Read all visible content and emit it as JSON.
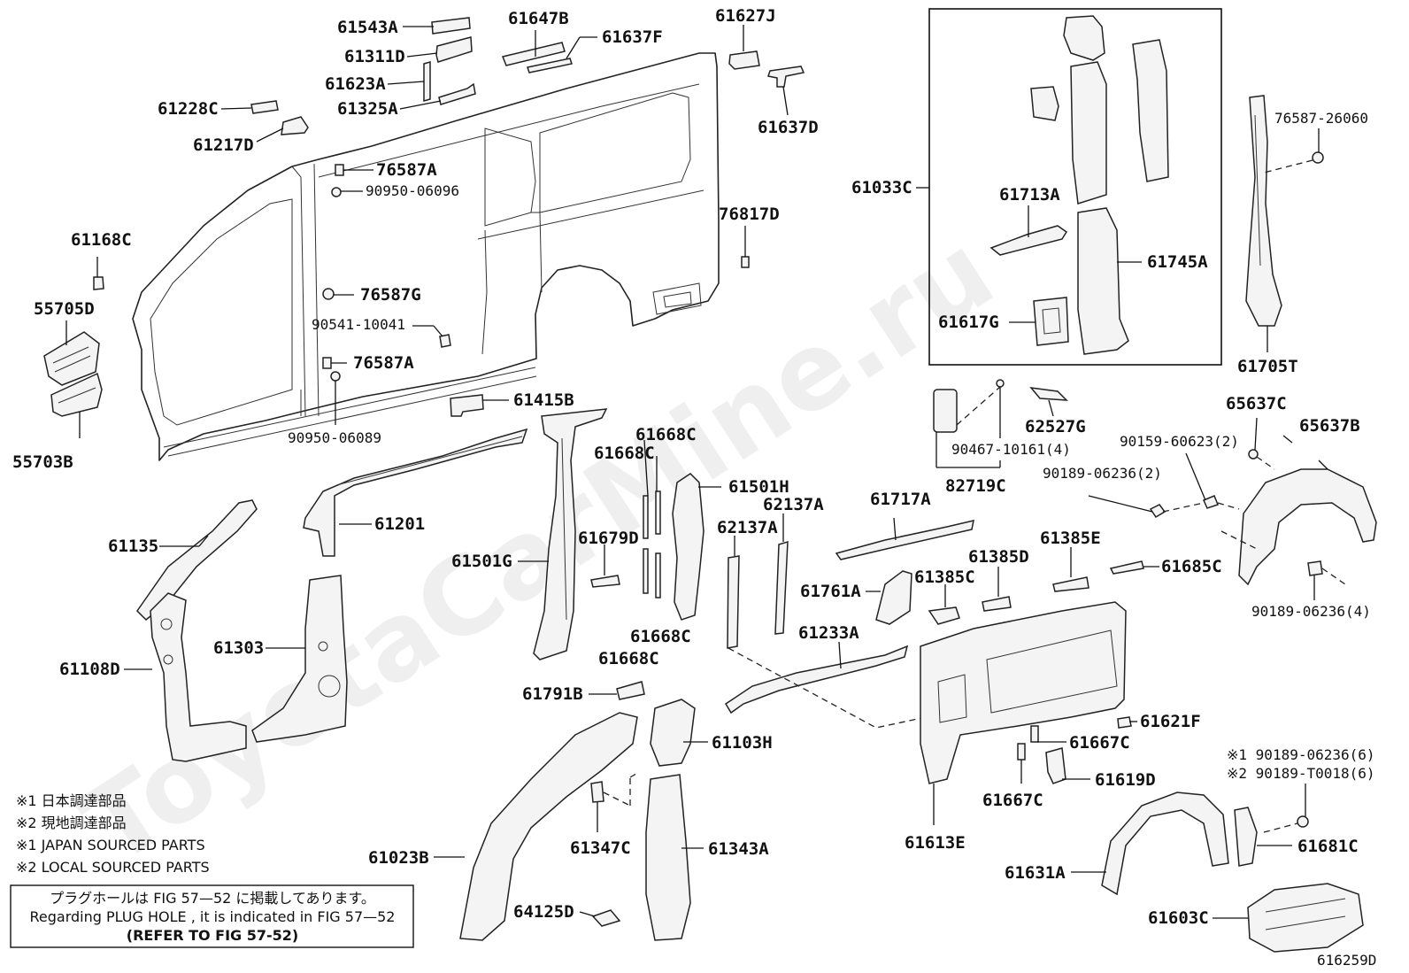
{
  "watermark": "ToyotaCarMine.ru",
  "figure_code": "616259D",
  "legend": {
    "line1": "※1  日本調達部品",
    "line2": "※2  現地調達部品",
    "line3": "※1  JAPAN SOURCED PARTS",
    "line4": "※2  LOCAL SOURCED PARTS"
  },
  "notice": {
    "jp": "プラグホールは FIG 57—52 に掲載してあります。",
    "en": "Regarding  PLUG  HOLE , it is indicated in FIG  57—52",
    "ref": "(REFER TO FIG 57-52)"
  },
  "labels": {
    "p61543A": "61543A",
    "p61311D": "61311D",
    "p61623A": "61623A",
    "p61325A": "61325A",
    "p61647B": "61647B",
    "p61637F": "61637F",
    "p61627J": "61627J",
    "p61637D": "61637D",
    "p61228C": "61228C",
    "p61217D": "61217D",
    "p76587A_1": "76587A",
    "p90950_06096": "90950-06096",
    "p76817D": "76817D",
    "p61168C": "61168C",
    "p55705D": "55705D",
    "p76587G": "76587G",
    "p90541_10041": "90541-10041",
    "p76587A_2": "76587A",
    "p90950_06089": "90950-06089",
    "p55703B": "55703B",
    "p61415B": "61415B",
    "p61033C": "61033C",
    "p61713A": "61713A",
    "p61745A": "61745A",
    "p61617G": "61617G",
    "p76587_26060": "76587-26060",
    "p61705T": "61705T",
    "p62527G": "62527G",
    "p90467_10161": "90467-10161(4)",
    "p82719C": "82719C",
    "p65637C": "65637C",
    "p65637B": "65637B",
    "p90159_60623": "90159-60623(2)",
    "p90189_06236_2": "90189-06236(2)",
    "p90189_06236_4": "90189-06236(4)",
    "p61201": "61201",
    "p61135": "61135",
    "p61668C_1": "61668C",
    "p61668C_2": "61668C",
    "p61668C_3": "61668C",
    "p61668C_4": "61668C",
    "p61501H": "61501H",
    "p62137A_1": "62137A",
    "p62137A_2": "62137A",
    "p61679D": "61679D",
    "p61501G": "61501G",
    "p61717A": "61717A",
    "p61385E": "61385E",
    "p61385D": "61385D",
    "p61385C": "61385C",
    "p61685C": "61685C",
    "p61761A": "61761A",
    "p61233A": "61233A",
    "p61303": "61303",
    "p61108D": "61108D",
    "p61791B": "61791B",
    "p61103H": "61103H",
    "p61621F": "61621F",
    "p61667C_1": "61667C",
    "p61667C_2": "61667C",
    "p61619D": "61619D",
    "p90189_06236_6": "※1 90189-06236(6)",
    "p90189_T0018_6": "※2 90189-T0018(6)",
    "p61613E": "61613E",
    "p61347C": "61347C",
    "p61343A": "61343A",
    "p61023B": "61023B",
    "p61681C": "61681C",
    "p61631A": "61631A",
    "p64125D": "64125D",
    "p61603C": "61603C"
  }
}
